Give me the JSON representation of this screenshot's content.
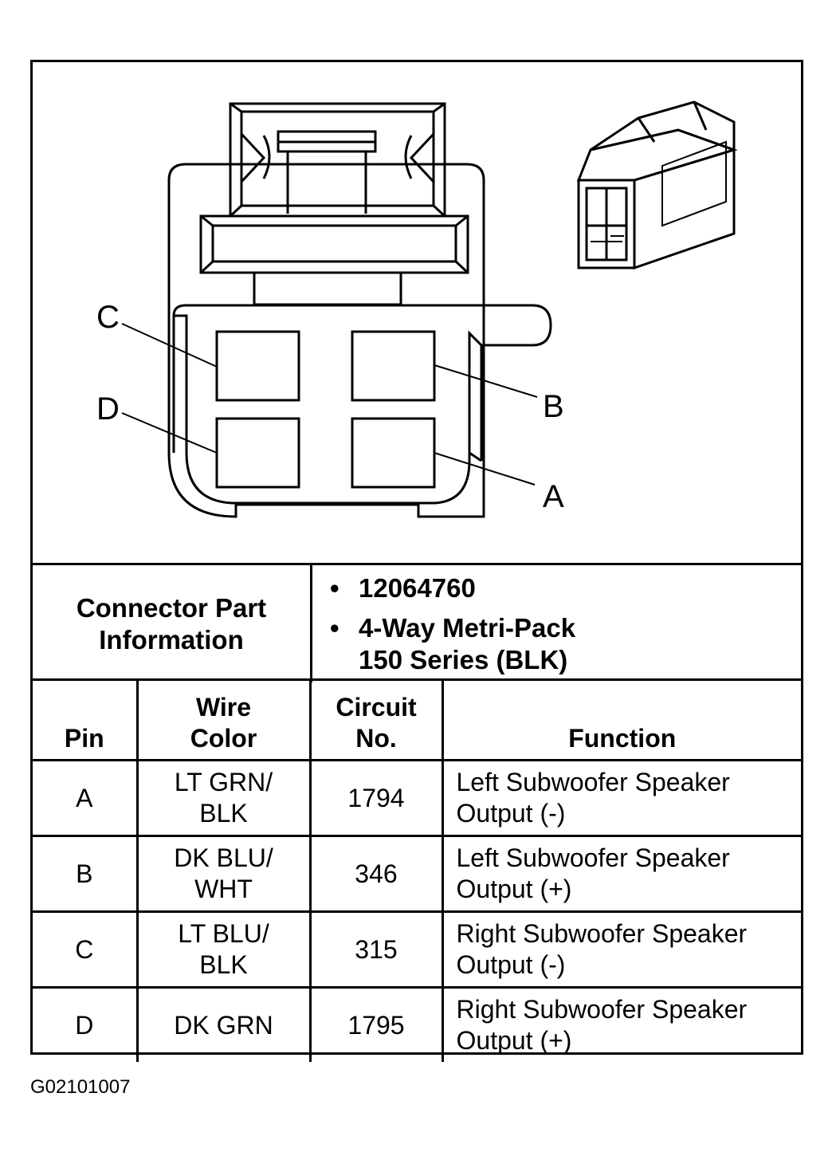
{
  "pin_labels": {
    "a": "A",
    "b": "B",
    "c": "C",
    "d": "D"
  },
  "connector_info": {
    "label": "Connector Part Information",
    "part_number": "12064760",
    "description_line1": "4-Way Metri-Pack",
    "description_line2": "150 Series (BLK)"
  },
  "pin_table": {
    "headers": {
      "pin": "Pin",
      "wire_color_1": "Wire",
      "wire_color_2": "Color",
      "circuit_1": "Circuit",
      "circuit_2": "No.",
      "function": "Function"
    },
    "rows": [
      {
        "pin": "A",
        "wire_1": "LT GRN/",
        "wire_2": "BLK",
        "circuit": "1794",
        "function_1": "Left Subwoofer Speaker",
        "function_2": "Output (-)"
      },
      {
        "pin": "B",
        "wire_1": "DK BLU/",
        "wire_2": "WHT",
        "circuit": "346",
        "function_1": "Left Subwoofer Speaker",
        "function_2": "Output (+)"
      },
      {
        "pin": "C",
        "wire_1": "LT BLU/",
        "wire_2": "BLK",
        "circuit": "315",
        "function_1": "Right Subwoofer Speaker",
        "function_2": "Output (-)"
      },
      {
        "pin": "D",
        "wire_1": "DK GRN",
        "wire_2": "",
        "circuit": "1795",
        "function_1": "Right Subwoofer Speaker",
        "function_2": "Output (+)"
      }
    ]
  },
  "figure_id": "G02101007"
}
